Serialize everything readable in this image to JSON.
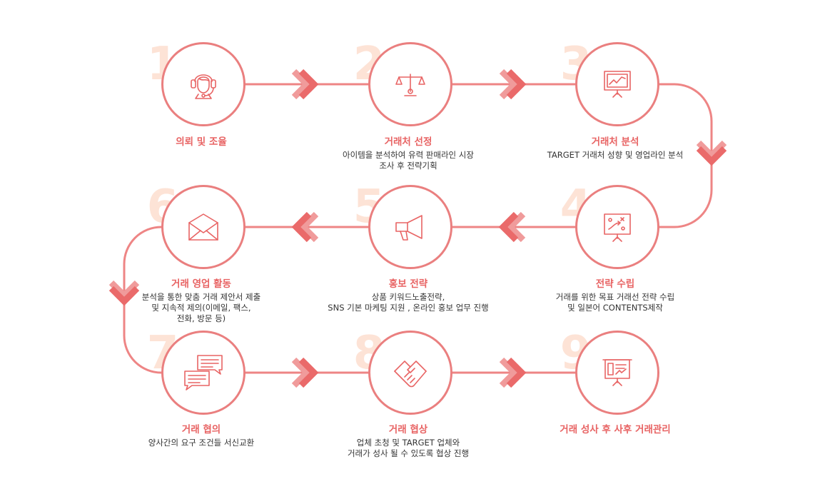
{
  "steps": [
    {
      "number": "1",
      "icon": "headset-icon",
      "title": "의뢰 및 조율",
      "desc": [
        "",
        ""
      ]
    },
    {
      "number": "2",
      "icon": "scale-icon",
      "title": "거래처 선정",
      "desc": [
        "아이템을 분석하여 유력 판매라인 시장",
        "조사 후 전략기획"
      ]
    },
    {
      "number": "3",
      "icon": "chart-board-icon",
      "title": "거래처 분석",
      "desc": [
        "TARGET 거래처 성향 및 영업라인 분석",
        ""
      ]
    },
    {
      "number": "4",
      "icon": "strategy-board-icon",
      "title": "전략 수립",
      "desc": [
        "거래를 위한 목표 거래선 전략 수립",
        "및 일본어 CONTENTS제작"
      ]
    },
    {
      "number": "5",
      "icon": "megaphone-icon",
      "title": "홍보 전략",
      "desc": [
        "상품 키워드노출전략,",
        "SNS 기본 마케팅 지원 , 온라인 홍보 업무 진행"
      ]
    },
    {
      "number": "6",
      "icon": "envelope-icon",
      "title": "거래 영업 활동",
      "desc": [
        "분석을 통한 맞춤 거래 제안서 제출",
        "및 지속적 제의(이메일, 팩스,",
        "전화, 방문 등)"
      ]
    },
    {
      "number": "7",
      "icon": "chat-bubbles-icon",
      "title": "거래 협의",
      "desc": [
        "양사간의 요구 조건들 서신교환",
        ""
      ]
    },
    {
      "number": "8",
      "icon": "handshake-icon",
      "title": "거래 협상",
      "desc": [
        "업체 초청 및 TARGET 업체와",
        "거래가 성사 될 수 있도록 협상 진행"
      ]
    },
    {
      "number": "9",
      "icon": "presentation-board-icon",
      "title": "거래 성사 후 사후 거래관리",
      "desc": [
        "",
        ""
      ]
    }
  ],
  "colors": {
    "line": "#ee7f7f",
    "title": "#e86464",
    "number": "#fde3d6",
    "text": "#333333"
  }
}
